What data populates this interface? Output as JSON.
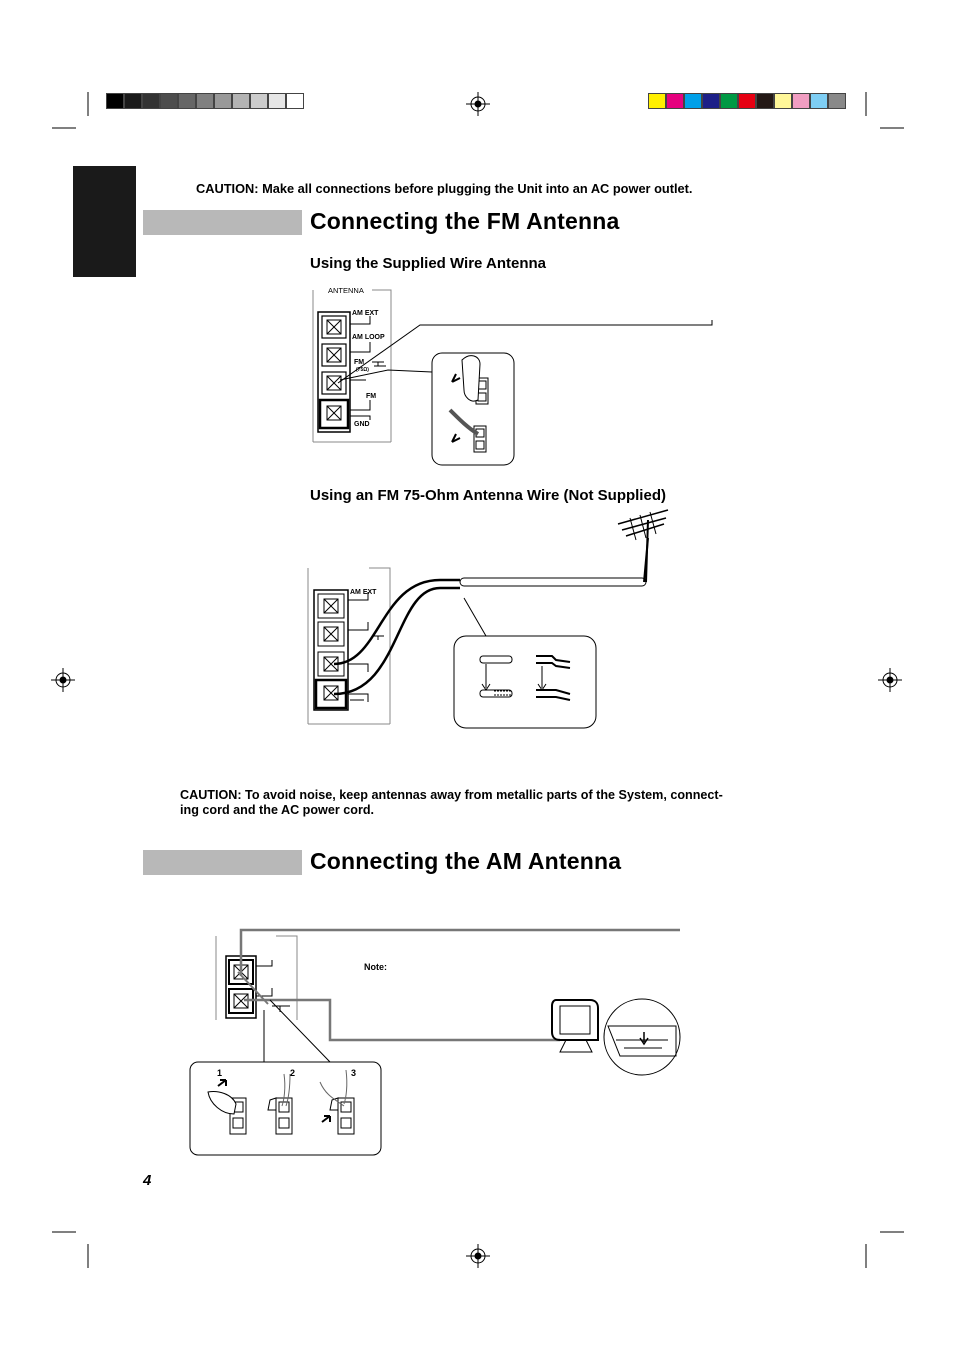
{
  "palette": {
    "grays": [
      "#000000",
      "#1a1a1a",
      "#333333",
      "#4d4d4d",
      "#666666",
      "#808080",
      "#999999",
      "#b3b3b3",
      "#cccccc",
      "#e6e6e6",
      "#ffffff"
    ],
    "colors": [
      "#ffef00",
      "#e6007e",
      "#00a0e9",
      "#1d2088",
      "#009944",
      "#e60012",
      "#231815",
      "#fff799",
      "#f19ec2",
      "#7ecef4",
      "#898989"
    ]
  },
  "caution_top": "CAUTION: Make all connections before plugging the Unit into an AC power outlet.",
  "fm_section": {
    "title": "Connecting the FM Antenna",
    "sub1": "Using the Supplied Wire Antenna",
    "sub2": "Using an FM 75-Ohm Antenna Wire (Not Supplied)",
    "panel1": {
      "header": "ANTENNA",
      "am_ext": "AM EXT",
      "am_loop": "AM LOOP",
      "fm": "FM",
      "ohm": "(75Ω)",
      "fm2": "FM",
      "gnd": "GND"
    },
    "panel2": {
      "am_ext": "AM EXT"
    }
  },
  "caution_mid": {
    "line1": "CAUTION: To avoid noise, keep antennas away from metallic parts of the System, connect-",
    "line2": "ing cord and the AC power cord."
  },
  "am_section": {
    "title": "Connecting the AM Antenna",
    "note": "Note:",
    "steps": [
      "1",
      "2",
      "3"
    ]
  },
  "page_number": "4"
}
